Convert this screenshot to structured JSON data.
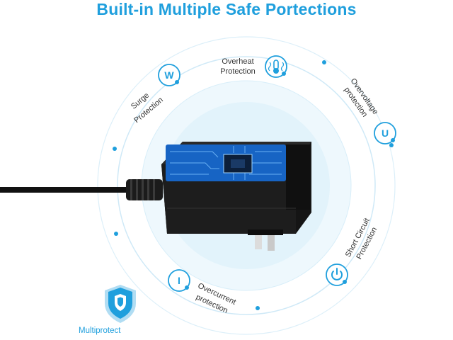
{
  "headline": "Built-in Multiple Safe Portections",
  "features": [
    {
      "id": "surge",
      "line1": "Surge",
      "line2": "Protection",
      "icon": "w-letter-icon",
      "glyph": "W"
    },
    {
      "id": "overheat",
      "line1": "Overheat",
      "line2": "Protection",
      "icon": "thermometer-icon"
    },
    {
      "id": "overvoltage",
      "line1": "Overvoltage",
      "line2": "protection",
      "icon": "u-letter-icon",
      "glyph": "U"
    },
    {
      "id": "short",
      "line1": "Short Circuit",
      "line2": "Protection",
      "icon": "power-icon"
    },
    {
      "id": "overcurrent",
      "line1": "Overcurrent",
      "line2": "protection",
      "icon": "i-letter-icon",
      "glyph": "I"
    }
  ],
  "badge": {
    "label": "Multiprotect",
    "icon": "shield-icon"
  },
  "colors": {
    "accent": "#1f9fdd",
    "ring": "#cfe9f7",
    "inner": "#e6f4fc",
    "plug": "#1a1a1a",
    "pcb": "#1e6fd0"
  }
}
